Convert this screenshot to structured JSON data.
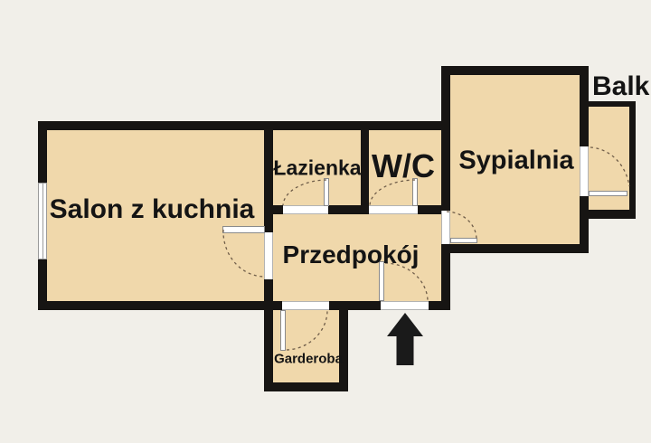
{
  "plan": {
    "rooms": {
      "salon": {
        "label": "Salon z kuchnia"
      },
      "lazienka": {
        "label": "Łazienka"
      },
      "wc": {
        "label": "W/C"
      },
      "sypialnia": {
        "label": "Sypialnia"
      },
      "przedpokoj": {
        "label": "Przedpokój"
      },
      "garderoba": {
        "label": "Garderoba"
      },
      "balkon": {
        "label": "Balk"
      }
    },
    "features": {
      "entrance_arrow": "arrow-up-icon",
      "windows": [
        "salon-left-window"
      ],
      "doors": [
        "salon-przedpokoj-door",
        "lazienka-door",
        "wc-door",
        "przedpokoj-sypialnia-door",
        "sypialnia-balkon-door",
        "entrance-door",
        "garderoba-door"
      ]
    },
    "colors": {
      "background": "#f1efe9",
      "room_fill": "#f0d8ab",
      "wall": "#171513",
      "door_arc": "#6f5d49",
      "opening_trim": "#b3b3b3"
    }
  }
}
